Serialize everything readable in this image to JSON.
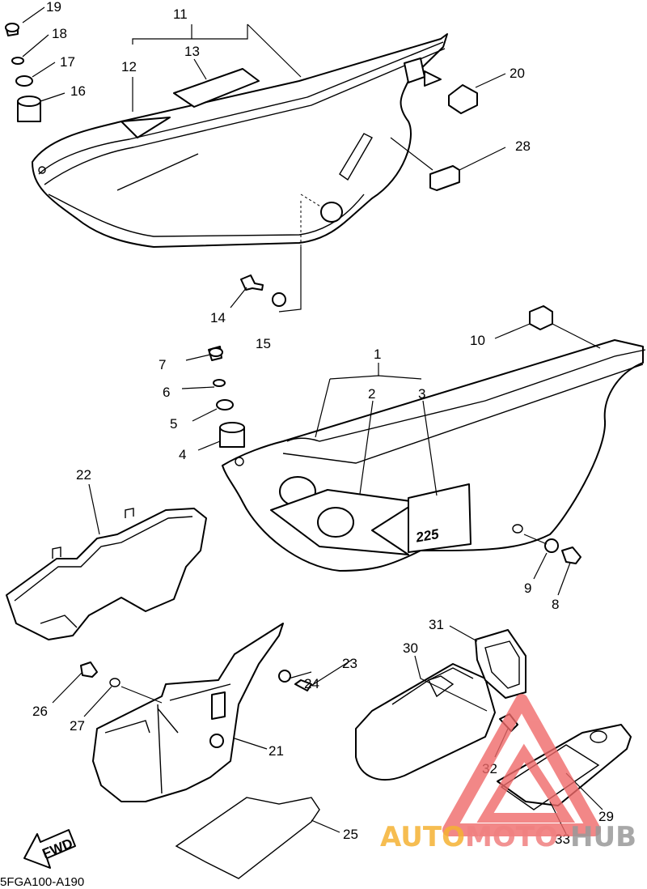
{
  "diagram": {
    "callouts": [
      "1",
      "2",
      "3",
      "4",
      "5",
      "6",
      "7",
      "8",
      "9",
      "10",
      "11",
      "12",
      "13",
      "14",
      "15",
      "16",
      "17",
      "18",
      "19",
      "20",
      "21",
      "22",
      "23",
      "24",
      "25",
      "26",
      "27",
      "28",
      "29",
      "30",
      "31",
      "32",
      "33"
    ],
    "decal_text": "225",
    "fwd_label": "FWD",
    "code": "5FGA100-A190"
  },
  "watermark": {
    "word_a": "AUTO",
    "word_b": "MOTO",
    "word_c": "HUB",
    "color_a": "#f5b233",
    "color_b": "#f08080",
    "color_c": "#999999",
    "triangle_color": "#f06a6a"
  }
}
